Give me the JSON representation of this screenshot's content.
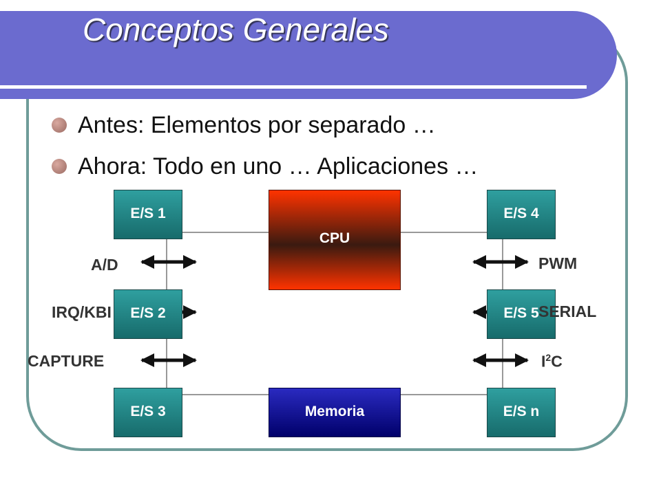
{
  "slide": {
    "title": "Conceptos Generales",
    "bullets": [
      "Antes: Elementos por separado …",
      "Ahora: Todo en uno … Aplicaciones …"
    ]
  },
  "diagram": {
    "cpu": "CPU",
    "memory": "Memoria",
    "io": [
      "E/S 1",
      "E/S 2",
      "E/S 3",
      "E/S 4",
      "E/S 5",
      "E/S n"
    ],
    "left_labels": [
      "A/D",
      "IRQ/KBI",
      "CAPTURE"
    ],
    "right_labels": [
      "PWM",
      "SERIAL"
    ],
    "i2c": {
      "base": "I",
      "sup": "2",
      "tail": "C"
    }
  }
}
